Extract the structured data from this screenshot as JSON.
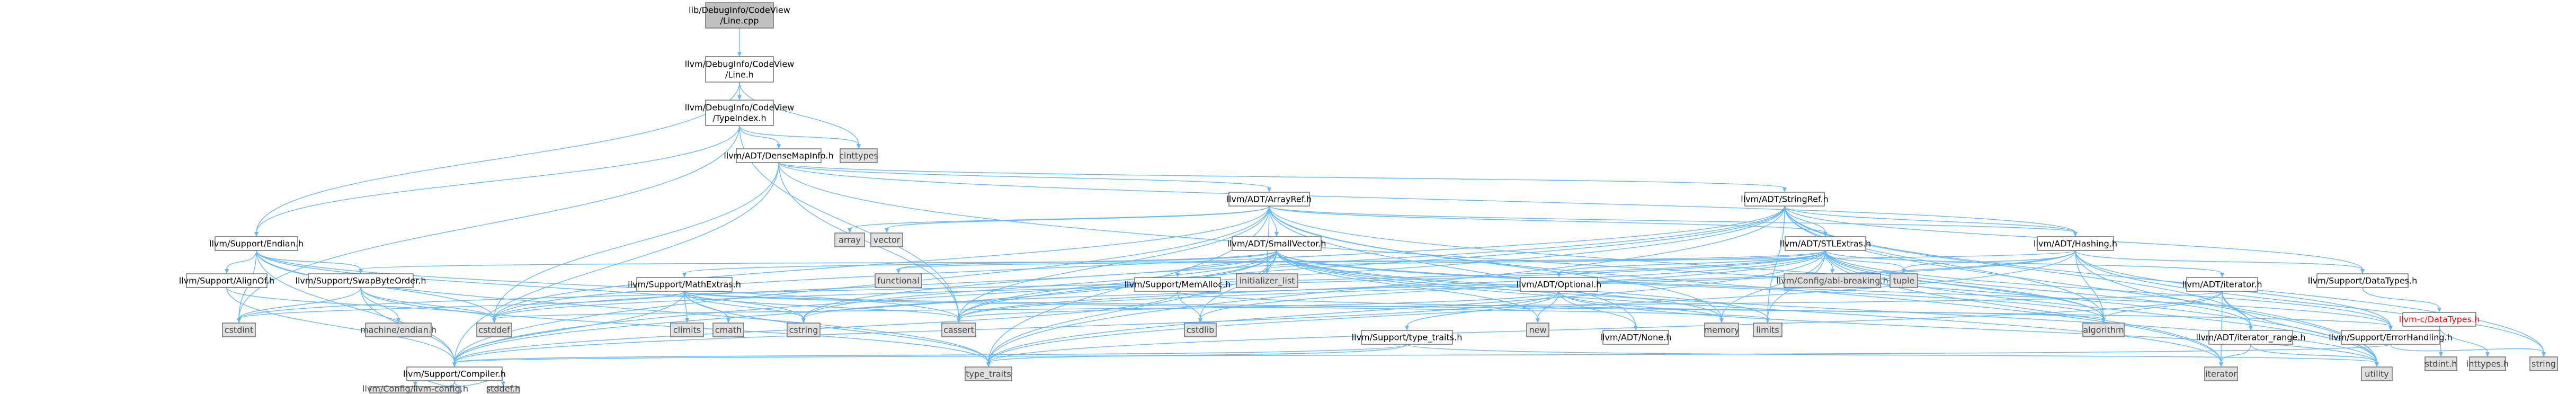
{
  "nodes": [
    {
      "id": "root",
      "lines": [
        "lib/DebugInfo/CodeView",
        "/Line.cpp"
      ],
      "kind": "root"
    },
    {
      "id": "line_h",
      "lines": [
        "llvm/DebugInfo/CodeView",
        "/Line.h"
      ],
      "kind": "file"
    },
    {
      "id": "typeindex_h",
      "lines": [
        "llvm/DebugInfo/CodeView",
        "/TypeIndex.h"
      ],
      "kind": "file"
    },
    {
      "id": "cinttypes",
      "lines": [
        "cinttypes"
      ],
      "kind": "std"
    },
    {
      "id": "densemapinfo",
      "lines": [
        "llvm/ADT/DenseMapInfo.h"
      ],
      "kind": "file"
    },
    {
      "id": "arrayref",
      "lines": [
        "llvm/ADT/ArrayRef.h"
      ],
      "kind": "file"
    },
    {
      "id": "stringref",
      "lines": [
        "llvm/ADT/StringRef.h"
      ],
      "kind": "file"
    },
    {
      "id": "endian",
      "lines": [
        "llvm/Support/Endian.h"
      ],
      "kind": "file"
    },
    {
      "id": "array",
      "lines": [
        "array"
      ],
      "kind": "std"
    },
    {
      "id": "vector",
      "lines": [
        "vector"
      ],
      "kind": "std"
    },
    {
      "id": "smallvector",
      "lines": [
        "llvm/ADT/SmallVector.h"
      ],
      "kind": "file"
    },
    {
      "id": "stlextras",
      "lines": [
        "llvm/ADT/STLExtras.h"
      ],
      "kind": "file"
    },
    {
      "id": "hashing",
      "lines": [
        "llvm/ADT/Hashing.h"
      ],
      "kind": "file"
    },
    {
      "id": "aligndot",
      "lines": [
        "llvm/Support/AlignOf.h"
      ],
      "kind": "file"
    },
    {
      "id": "swapbyteorder",
      "lines": [
        "llvm/Support/SwapByteOrder.h"
      ],
      "kind": "file"
    },
    {
      "id": "functional",
      "lines": [
        "functional"
      ],
      "kind": "std"
    },
    {
      "id": "mathextras",
      "lines": [
        "llvm/Support/MathExtras.h"
      ],
      "kind": "file"
    },
    {
      "id": "initializer_list",
      "lines": [
        "initializer_list"
      ],
      "kind": "std"
    },
    {
      "id": "memalloc",
      "lines": [
        "llvm/Support/MemAlloc.h"
      ],
      "kind": "file"
    },
    {
      "id": "optional",
      "lines": [
        "llvm/ADT/Optional.h"
      ],
      "kind": "file"
    },
    {
      "id": "configabi",
      "lines": [
        "llvm/Config/abi-breaking.h"
      ],
      "kind": "std"
    },
    {
      "id": "tuple",
      "lines": [
        "tuple"
      ],
      "kind": "std"
    },
    {
      "id": "iterator_h",
      "lines": [
        "llvm/ADT/iterator.h"
      ],
      "kind": "file"
    },
    {
      "id": "datatypes_support",
      "lines": [
        "llvm/Support/DataTypes.h"
      ],
      "kind": "file"
    },
    {
      "id": "cstdint",
      "lines": [
        "cstdint"
      ],
      "kind": "std"
    },
    {
      "id": "machineendian",
      "lines": [
        "machine/endian.h"
      ],
      "kind": "std"
    },
    {
      "id": "cstddef",
      "lines": [
        "cstddef"
      ],
      "kind": "std"
    },
    {
      "id": "climits",
      "lines": [
        "climits"
      ],
      "kind": "std"
    },
    {
      "id": "cmath",
      "lines": [
        "cmath"
      ],
      "kind": "std"
    },
    {
      "id": "cstring",
      "lines": [
        "cstring"
      ],
      "kind": "std"
    },
    {
      "id": "cassert",
      "lines": [
        "cassert"
      ],
      "kind": "std"
    },
    {
      "id": "cstdlib",
      "lines": [
        "cstdlib"
      ],
      "kind": "std"
    },
    {
      "id": "new",
      "lines": [
        "new"
      ],
      "kind": "std"
    },
    {
      "id": "typetraits_support",
      "lines": [
        "llvm/Support/type_traits.h"
      ],
      "kind": "file"
    },
    {
      "id": "none",
      "lines": [
        "llvm/ADT/None.h"
      ],
      "kind": "file"
    },
    {
      "id": "memory",
      "lines": [
        "memory"
      ],
      "kind": "std"
    },
    {
      "id": "limits",
      "lines": [
        "limits"
      ],
      "kind": "std"
    },
    {
      "id": "algorithm",
      "lines": [
        "algorithm"
      ],
      "kind": "std"
    },
    {
      "id": "iterator_range",
      "lines": [
        "llvm/ADT/iterator_range.h"
      ],
      "kind": "file"
    },
    {
      "id": "errorhandling",
      "lines": [
        "llvm/Support/ErrorHandling.h"
      ],
      "kind": "file"
    },
    {
      "id": "llvmc_datatypes",
      "lines": [
        "llvm-c/DataTypes.h"
      ],
      "kind": "red"
    },
    {
      "id": "compiler",
      "lines": [
        "llvm/Support/Compiler.h"
      ],
      "kind": "file"
    },
    {
      "id": "type_traits",
      "lines": [
        "type_traits"
      ],
      "kind": "std"
    },
    {
      "id": "iterator",
      "lines": [
        "iterator"
      ],
      "kind": "std"
    },
    {
      "id": "utility",
      "lines": [
        "utility"
      ],
      "kind": "std"
    },
    {
      "id": "stdint",
      "lines": [
        "stdint.h"
      ],
      "kind": "std"
    },
    {
      "id": "inttypes",
      "lines": [
        "inttypes.h"
      ],
      "kind": "std"
    },
    {
      "id": "string",
      "lines": [
        "string"
      ],
      "kind": "std"
    },
    {
      "id": "llvmconfig",
      "lines": [
        "llvm/Config/llvm-config.h"
      ],
      "kind": "std"
    },
    {
      "id": "stddef",
      "lines": [
        "stddef.h"
      ],
      "kind": "std"
    }
  ],
  "edges": [
    [
      "root",
      "line_h"
    ],
    [
      "line_h",
      "typeindex_h"
    ],
    [
      "line_h",
      "endian"
    ],
    [
      "line_h",
      "cinttypes"
    ],
    [
      "typeindex_h",
      "densemapinfo"
    ],
    [
      "typeindex_h",
      "endian"
    ],
    [
      "typeindex_h",
      "cinttypes"
    ],
    [
      "typeindex_h",
      "cassert"
    ],
    [
      "typeindex_h",
      "cstdint"
    ],
    [
      "densemapinfo",
      "arrayref"
    ],
    [
      "densemapinfo",
      "hashing"
    ],
    [
      "densemapinfo",
      "stringref"
    ],
    [
      "densemapinfo",
      "cassert"
    ],
    [
      "densemapinfo",
      "cstddef"
    ],
    [
      "densemapinfo",
      "utility"
    ],
    [
      "densemapinfo",
      "compiler"
    ],
    [
      "arrayref",
      "hashing"
    ],
    [
      "arrayref",
      "none"
    ],
    [
      "arrayref",
      "smallvector"
    ],
    [
      "arrayref",
      "stlextras"
    ],
    [
      "arrayref",
      "compiler"
    ],
    [
      "arrayref",
      "algorithm"
    ],
    [
      "arrayref",
      "array"
    ],
    [
      "arrayref",
      "cassert"
    ],
    [
      "arrayref",
      "cstddef"
    ],
    [
      "arrayref",
      "initializer_list"
    ],
    [
      "arrayref",
      "iterator"
    ],
    [
      "arrayref",
      "memory"
    ],
    [
      "arrayref",
      "type_traits"
    ],
    [
      "arrayref",
      "vector"
    ],
    [
      "stringref",
      "stlextras"
    ],
    [
      "stringref",
      "iterator_range"
    ],
    [
      "stringref",
      "compiler"
    ],
    [
      "stringref",
      "algorithm"
    ],
    [
      "stringref",
      "cassert"
    ],
    [
      "stringref",
      "cstddef"
    ],
    [
      "stringref",
      "cstring"
    ],
    [
      "stringref",
      "limits"
    ],
    [
      "stringref",
      "string"
    ],
    [
      "stringref",
      "type_traits"
    ],
    [
      "stringref",
      "utility"
    ],
    [
      "stringref",
      "hashing"
    ],
    [
      "stringref",
      "datatypes_support"
    ],
    [
      "endian",
      "compiler"
    ],
    [
      "endian",
      "swapbyteorder"
    ],
    [
      "endian",
      "cassert"
    ],
    [
      "endian",
      "cstddef"
    ],
    [
      "endian",
      "cstdint"
    ],
    [
      "endian",
      "cstring"
    ],
    [
      "endian",
      "type_traits"
    ],
    [
      "endian",
      "aligndot"
    ],
    [
      "smallvector",
      "compiler"
    ],
    [
      "smallvector",
      "errorhandling"
    ],
    [
      "smallvector",
      "mathextras"
    ],
    [
      "smallvector",
      "memalloc"
    ],
    [
      "smallvector",
      "type_traits"
    ],
    [
      "smallvector",
      "algorithm"
    ],
    [
      "smallvector",
      "cassert"
    ],
    [
      "smallvector",
      "cstddef"
    ],
    [
      "smallvector",
      "cstdlib"
    ],
    [
      "smallvector",
      "cstring"
    ],
    [
      "smallvector",
      "functional"
    ],
    [
      "smallvector",
      "initializer_list"
    ],
    [
      "smallvector",
      "iterator"
    ],
    [
      "smallvector",
      "limits"
    ],
    [
      "smallvector",
      "memory"
    ],
    [
      "smallvector",
      "new"
    ],
    [
      "smallvector",
      "utility"
    ],
    [
      "stlextras",
      "optional"
    ],
    [
      "stlextras",
      "iterator_h"
    ],
    [
      "stlextras",
      "iterator_range"
    ],
    [
      "stlextras",
      "errorhandling"
    ],
    [
      "stlextras",
      "configabi"
    ],
    [
      "stlextras",
      "algorithm"
    ],
    [
      "stlextras",
      "cassert"
    ],
    [
      "stlextras",
      "cstddef"
    ],
    [
      "stlextras",
      "cstdint"
    ],
    [
      "stlextras",
      "cstdlib"
    ],
    [
      "stlextras",
      "functional"
    ],
    [
      "stlextras",
      "initializer_list"
    ],
    [
      "stlextras",
      "iterator"
    ],
    [
      "stlextras",
      "limits"
    ],
    [
      "stlextras",
      "memory"
    ],
    [
      "stlextras",
      "tuple"
    ],
    [
      "stlextras",
      "type_traits"
    ],
    [
      "stlextras",
      "utility"
    ],
    [
      "hashing",
      "errorhandling"
    ],
    [
      "hashing",
      "swapbyteorder"
    ],
    [
      "hashing",
      "type_traits"
    ],
    [
      "hashing",
      "algorithm"
    ],
    [
      "hashing",
      "cassert"
    ],
    [
      "hashing",
      "cstring"
    ],
    [
      "hashing",
      "string"
    ],
    [
      "hashing",
      "tuple"
    ],
    [
      "hashing",
      "utility"
    ],
    [
      "hashing",
      "datatypes_support"
    ],
    [
      "aligndot",
      "compiler"
    ],
    [
      "aligndot",
      "cstddef"
    ],
    [
      "swapbyteorder",
      "compiler"
    ],
    [
      "swapbyteorder",
      "cstddef"
    ],
    [
      "swapbyteorder",
      "cstdint"
    ],
    [
      "swapbyteorder",
      "type_traits"
    ],
    [
      "swapbyteorder",
      "machineendian"
    ],
    [
      "mathextras",
      "compiler"
    ],
    [
      "mathextras",
      "algorithm"
    ],
    [
      "mathextras",
      "cassert"
    ],
    [
      "mathextras",
      "climits"
    ],
    [
      "mathextras",
      "cmath"
    ],
    [
      "mathextras",
      "cstdint"
    ],
    [
      "mathextras",
      "cstring"
    ],
    [
      "mathextras",
      "limits"
    ],
    [
      "mathextras",
      "type_traits"
    ],
    [
      "memalloc",
      "compiler"
    ],
    [
      "memalloc",
      "errorhandling"
    ],
    [
      "memalloc",
      "cstdlib"
    ],
    [
      "optional",
      "none"
    ],
    [
      "optional",
      "compiler"
    ],
    [
      "optional",
      "typetraits_support"
    ],
    [
      "optional",
      "cassert"
    ],
    [
      "optional",
      "memory"
    ],
    [
      "optional",
      "new"
    ],
    [
      "optional",
      "utility"
    ],
    [
      "iterator_h",
      "iterator_range"
    ],
    [
      "iterator_h",
      "algorithm"
    ],
    [
      "iterator_h",
      "cstddef"
    ],
    [
      "iterator_h",
      "iterator"
    ],
    [
      "iterator_h",
      "type_traits"
    ],
    [
      "iterator_h",
      "utility"
    ],
    [
      "datatypes_support",
      "llvmc_datatypes"
    ],
    [
      "typetraits_support",
      "compiler"
    ],
    [
      "typetraits_support",
      "type_traits"
    ],
    [
      "typetraits_support",
      "utility"
    ],
    [
      "iterator_range",
      "iterator"
    ],
    [
      "iterator_range",
      "utility"
    ],
    [
      "errorhandling",
      "compiler"
    ],
    [
      "errorhandling",
      "string"
    ],
    [
      "llvmc_datatypes",
      "stdint"
    ],
    [
      "llvmc_datatypes",
      "inttypes"
    ],
    [
      "compiler",
      "llvmconfig"
    ],
    [
      "compiler",
      "stddef"
    ]
  ],
  "colors": {
    "file_fill": "#ffffff",
    "std_fill": "#e0e0e0",
    "root_fill": "#bfbfbf",
    "edge": "#63b8ff",
    "red_text": "#ff0000",
    "border": "#666666"
  }
}
